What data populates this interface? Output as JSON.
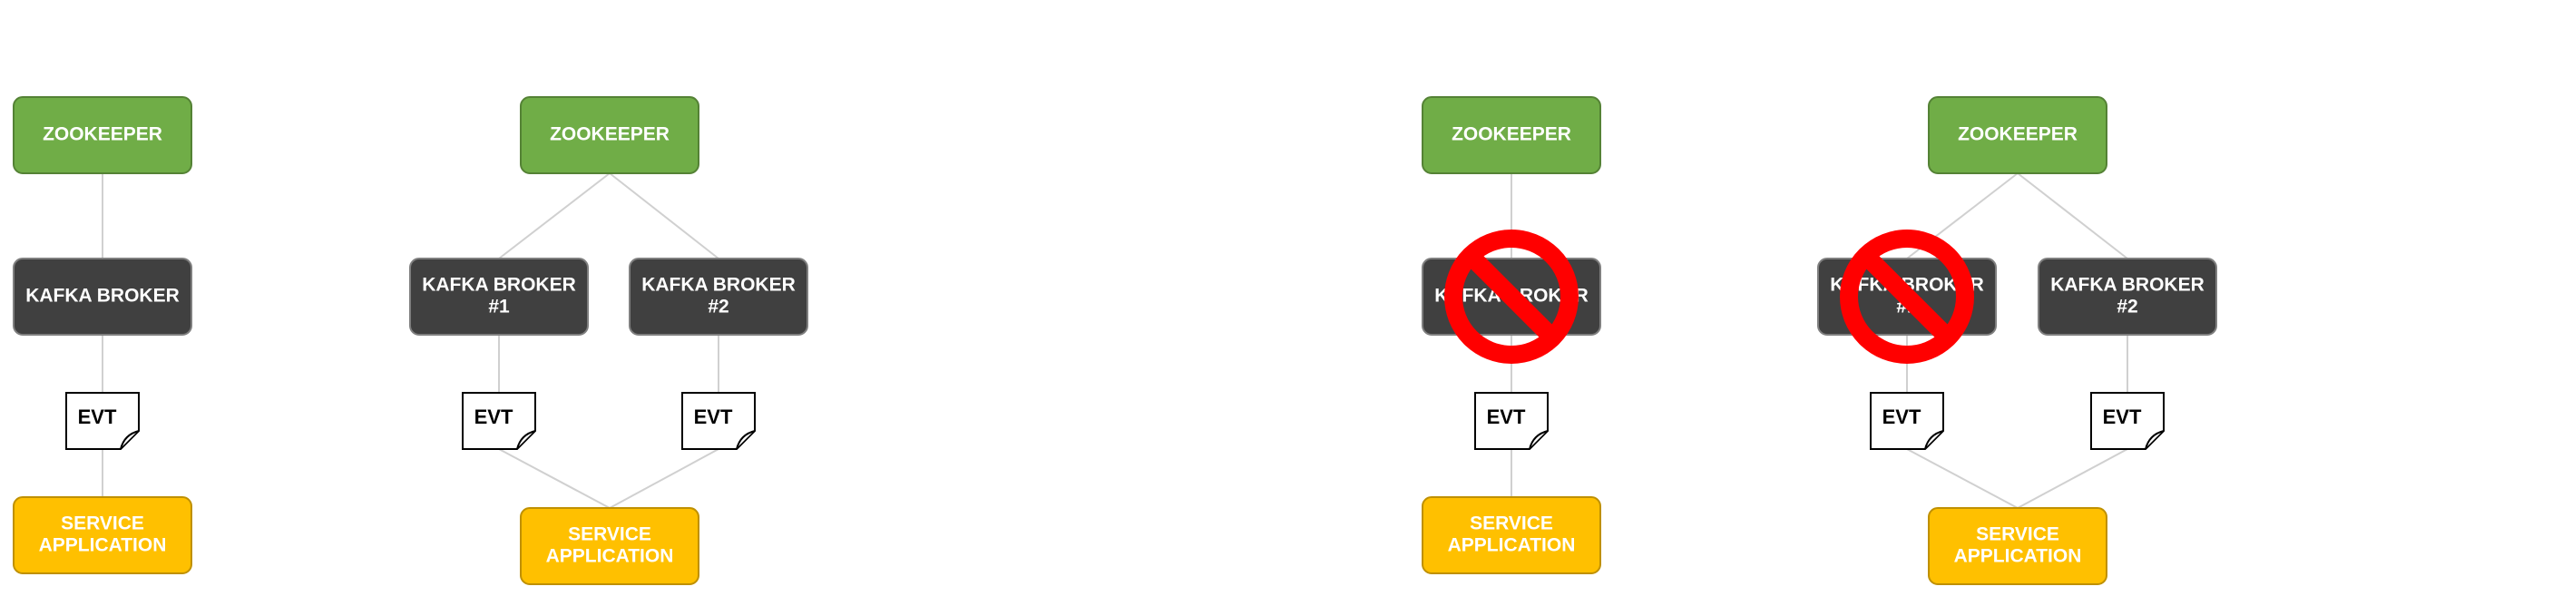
{
  "colors": {
    "zookeeper": "#70ad47",
    "zookeeper_border": "#548235",
    "broker": "#404040",
    "broker_border": "#7f7f7f",
    "service": "#ffc000",
    "service_border": "#bf9000",
    "connector": "#d0d0d0",
    "prohibited": "#ff0000"
  },
  "icons": {
    "broker_down": "prohibited-icon",
    "event": "document-page-curl-icon"
  },
  "scenarios": [
    {
      "zookeeper": "ZOOKEEPER",
      "brokers": [
        {
          "label": [
            "KAFKA BROKER"
          ],
          "event": "EVT",
          "down": false
        }
      ],
      "service": [
        "SERVICE",
        "APPLICATION"
      ]
    },
    {
      "zookeeper": "ZOOKEEPER",
      "brokers": [
        {
          "label": [
            "KAFKA BROKER",
            "#1"
          ],
          "event": "EVT",
          "down": false
        },
        {
          "label": [
            "KAFKA BROKER",
            "#2"
          ],
          "event": "EVT",
          "down": false
        }
      ],
      "service": [
        "SERVICE",
        "APPLICATION"
      ]
    },
    {
      "zookeeper": "ZOOKEEPER",
      "brokers": [
        {
          "label": [
            "KAFKA BROKER"
          ],
          "event": "EVT",
          "down": true
        }
      ],
      "service": [
        "SERVICE",
        "APPLICATION"
      ]
    },
    {
      "zookeeper": "ZOOKEEPER",
      "brokers": [
        {
          "label": [
            "KAFKA BROKER",
            "#1"
          ],
          "event": "EVT",
          "down": true
        },
        {
          "label": [
            "KAFKA BROKER",
            "#2"
          ],
          "event": "EVT",
          "down": false
        }
      ],
      "service": [
        "SERVICE",
        "APPLICATION"
      ]
    }
  ]
}
